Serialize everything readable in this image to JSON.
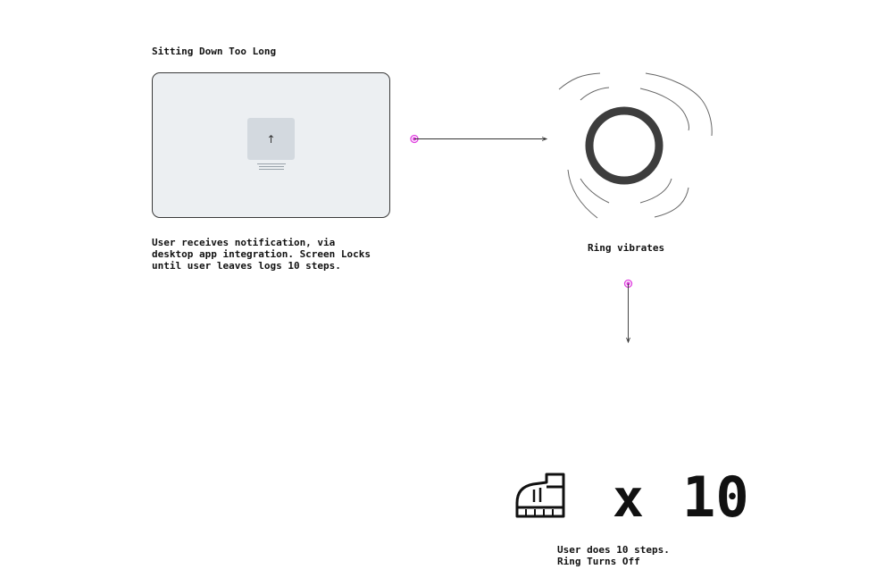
{
  "step1": {
    "title": "Sitting Down Too Long",
    "description": "User receives notification, via\ndesktop app integration. Screen Locks\nuntil user leaves logs 10 steps.",
    "notification_glyph": "↑"
  },
  "step2": {
    "label": "Ring vibrates"
  },
  "step3": {
    "icon": "shoe-icon",
    "times": "x",
    "count": "10",
    "description": "User does 10 steps.\nRing Turns Off"
  },
  "colors": {
    "connector_dot": "#e040e0",
    "line": "#333333",
    "ring": "#3d3d3d",
    "screen_fill": "#eceff2",
    "card_fill": "#d3d9df"
  }
}
